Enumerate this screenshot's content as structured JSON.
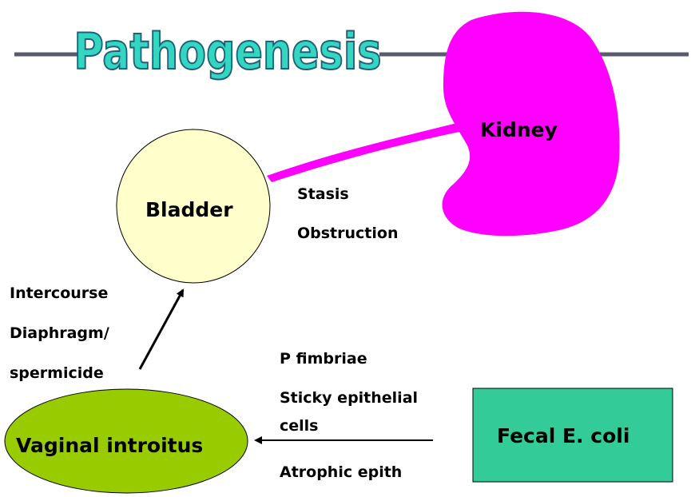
{
  "title": {
    "text": "Pathogenesis"
  },
  "nodes": {
    "kidney": {
      "label": "Kidney",
      "color": "#ff00ff"
    },
    "bladder": {
      "label": "Bladder",
      "color": "#ffffcc"
    },
    "vaginal_introitus": {
      "label": "Vaginal introitus",
      "color": "#99cc00"
    },
    "fecal_ecoli": {
      "label": "Fecal E. coli",
      "color": "#33cc99"
    }
  },
  "notes": {
    "bladder_kidney": [
      "Stasis",
      "Obstruction"
    ],
    "introitus_bladder": [
      "Intercourse",
      "Diaphragm/",
      "spermicide"
    ],
    "ecoli_introitus": [
      "P fimbriae",
      "Sticky epithelial",
      "cells",
      "Atrophic epith"
    ]
  },
  "colors": {
    "title_fill": "#33d6c0",
    "title_outline": "#1f5f7a",
    "rule_line": "#5a5a6e",
    "arrow": "#000000"
  }
}
